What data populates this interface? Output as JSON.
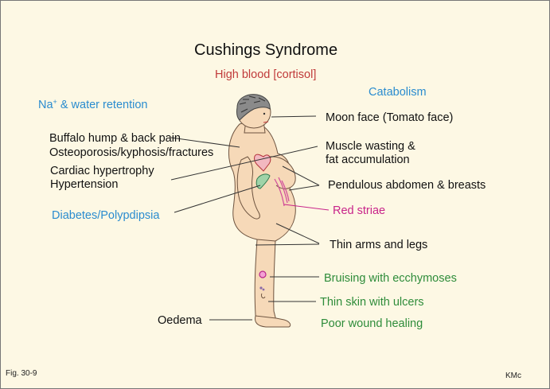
{
  "title": "Cushings Syndrome",
  "subtitle": "High blood [cortisol]",
  "left_labels": {
    "na_water": {
      "na": "Na",
      "sup": "+",
      "rest": " &  water retention"
    },
    "buffalo_hump": "Buffalo hump & back pain",
    "osteoporosis": "Osteoporosis/kyphosis/fractures",
    "cardiac": "Cardiac hypertrophy",
    "hypertension": "Hypertension",
    "diabetes": "Diabetes/Polypdipsia",
    "oedema": "Oedema"
  },
  "right_labels": {
    "catabolism": "Catabolism",
    "moon_face": "Moon face (Tomato face)",
    "muscle_wasting_1": "Muscle wasting &",
    "muscle_wasting_2": "fat accumulation",
    "pendulous": "Pendulous abdomen & breasts",
    "red_striae": "Red striae",
    "thin_limbs": "Thin arms and legs",
    "bruising": "Bruising with ecchymoses",
    "thin_skin": "Thin skin with ulcers",
    "wound_healing": "Poor wound healing"
  },
  "footer": {
    "figure": "Fig. 30-9",
    "author": "KMc"
  },
  "colors": {
    "background": "#fdf8e4",
    "blue": "#2a8ccf",
    "red": "#c03a3a",
    "green": "#2e8c3a",
    "magenta": "#c8248a",
    "skin": "#f6d9b8"
  }
}
